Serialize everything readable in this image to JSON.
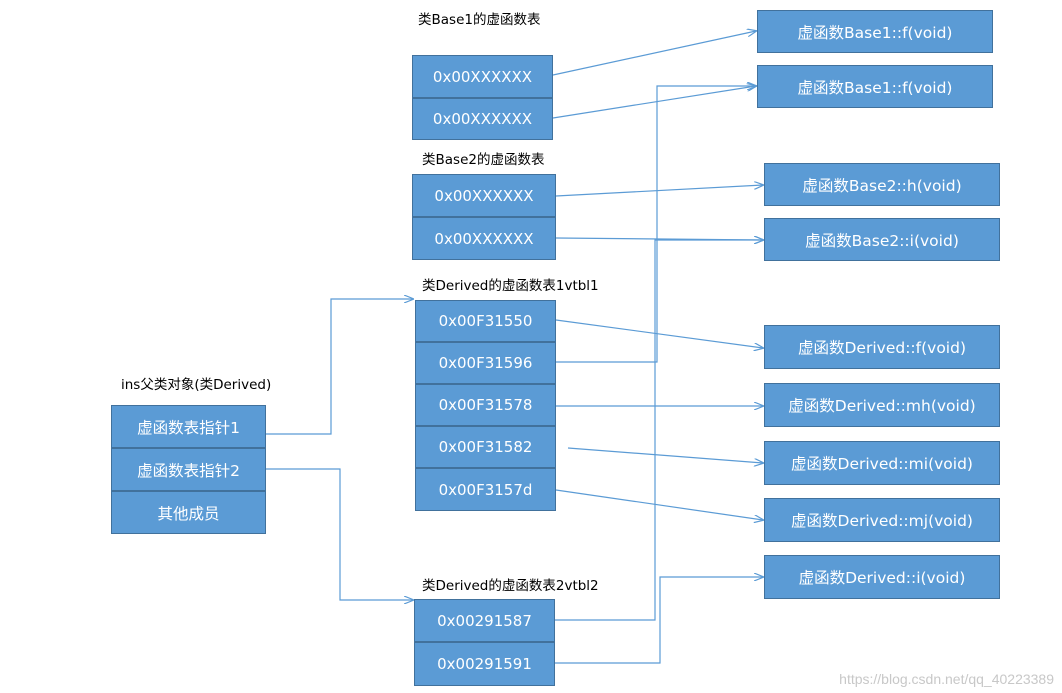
{
  "labels": {
    "base1_vtbl": "类Base1的虚函数表",
    "base2_vtbl": "类Base2的虚函数表",
    "derived_vtbl1": "类Derived的虚函数表1vtbl1",
    "derived_vtbl2": "类Derived的虚函数表2vtbl2",
    "object": "ins父类对象(类Derived)"
  },
  "object_fields": [
    "虚函数表指针1",
    "虚函数表指针2",
    "其他成员"
  ],
  "base1_entries": [
    "0x00XXXXXX",
    "0x00XXXXXX"
  ],
  "base2_entries": [
    "0x00XXXXXX",
    "0x00XXXXXX"
  ],
  "derived_vtbl1_entries": [
    "0x00F31550",
    "0x00F31596",
    "0x00F31578",
    "0x00F31582",
    "0x00F3157d"
  ],
  "derived_vtbl2_entries": [
    "0x00291587",
    "0x00291591"
  ],
  "functions": [
    "虚函数Base1::f(void)",
    "虚函数Base1::f(void)",
    "虚函数Base2::h(void)",
    "虚函数Base2::i(void)",
    "虚函数Derived::f(void)",
    "虚函数Derived::mh(void)",
    "虚函数Derived::mi(void)",
    "虚函数Derived::mj(void)",
    "虚函数Derived::i(void)"
  ],
  "watermark": "https://blog.csdn.net/qq_40223389",
  "colors": {
    "box_fill": "#5b9bd5",
    "box_border": "#41719c",
    "arrow": "#5b9bd5"
  }
}
